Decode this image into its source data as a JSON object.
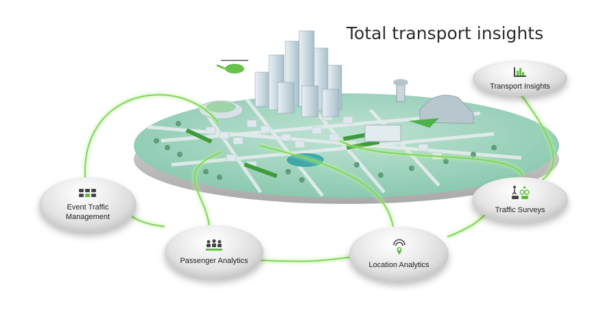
{
  "title": "Total transport insights",
  "nodes": {
    "transport_insights": {
      "label": "Transport Insights",
      "icon": "bar-chart-icon"
    },
    "traffic_surveys": {
      "label": "Traffic Surveys",
      "icon": "pedestrian-cyclist-car-icon"
    },
    "location_analytics": {
      "label": "Location Analytics",
      "icon": "location-signal-icon"
    },
    "passenger_analytics": {
      "label": "Passenger Analytics",
      "icon": "people-group-icon"
    },
    "event_traffic": {
      "label": "Event Traffic Management",
      "icon": "cars-queue-icon"
    }
  },
  "colors": {
    "accent": "#5ebf3a",
    "connector": "#8fe068",
    "platform": "#9fd3c0",
    "building": "#c9dbe3"
  }
}
